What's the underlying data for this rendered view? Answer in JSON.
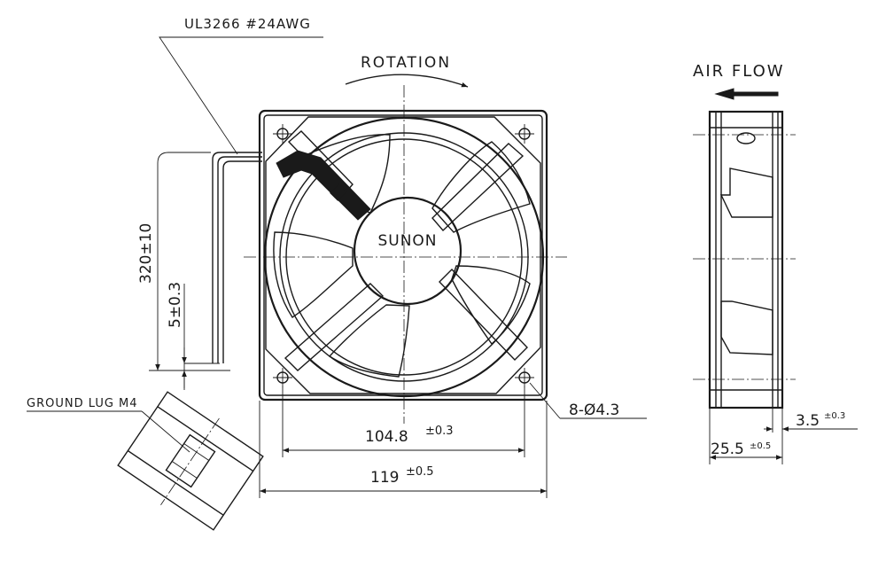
{
  "labels": {
    "wire_spec": "UL3266  #24AWG",
    "rotation": "ROTATION",
    "air_flow": "AIR FLOW",
    "brand": "SUNON",
    "ground_lug": "GROUND LUG M4",
    "holes": "8-Ø4.3"
  },
  "dimensions": {
    "lead_length": "320±10",
    "strip_length": "5±0.3",
    "hole_pitch": {
      "value": "104.8",
      "tol": "±0.3"
    },
    "frame_width": {
      "value": "119",
      "tol": "±0.5"
    },
    "depth": {
      "value": "25.5",
      "tol": "±0.5"
    },
    "flange": {
      "value": "3.5",
      "tol": "±0.3"
    }
  }
}
